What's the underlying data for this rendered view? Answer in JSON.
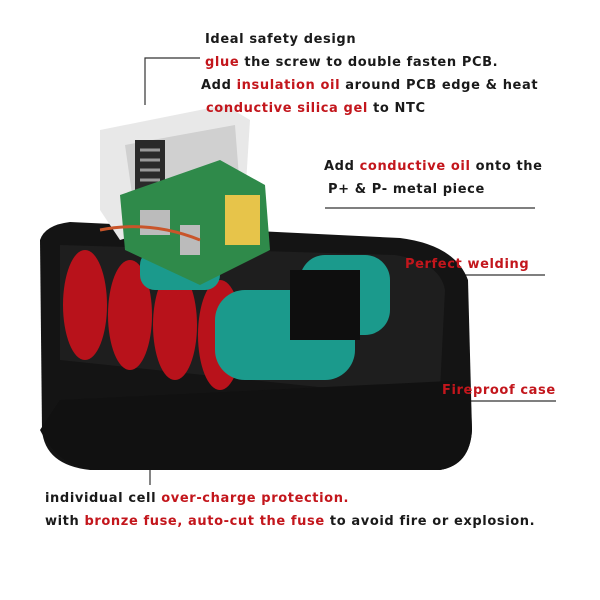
{
  "colors": {
    "accent": "#c3161c",
    "text": "#1a1a1a"
  },
  "annotations": {
    "safety": {
      "title": "Ideal safety design",
      "l1": [
        "glue",
        " the screw to double fasten PCB."
      ],
      "l2": [
        "Add ",
        "insulation oil",
        " around PCB edge & heat"
      ],
      "l3": [
        "conductive silica gel",
        " to NTC"
      ]
    },
    "oil": {
      "l1": [
        "Add ",
        "conductive oil",
        " onto the"
      ],
      "l2": "P+ & P- metal piece"
    },
    "welding": "Perfect welding",
    "fireproof": "Fireproof case",
    "protection": {
      "l1": [
        "individual cell ",
        "over-charge protection."
      ],
      "l2": [
        "with ",
        "bronze fuse",
        ", ",
        "auto-cut the fuse",
        " to avoid fire or explosion."
      ]
    }
  }
}
